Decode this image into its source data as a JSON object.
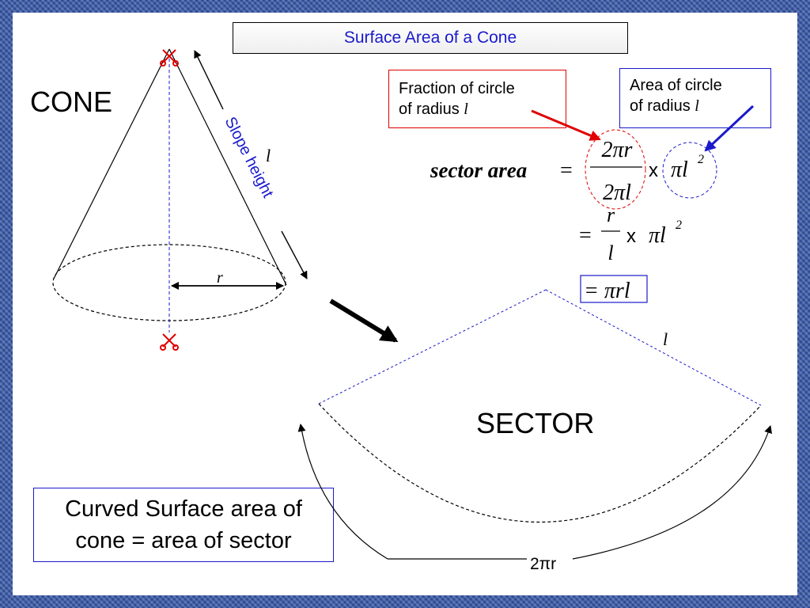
{
  "title": "Surface Area of a Cone",
  "cone_label": "CONE",
  "sector_label": "SECTOR",
  "slope_height_label": "Slope height",
  "l_symbol": "l",
  "r_symbol": "r",
  "arc_label": "2πr",
  "fraction_box": {
    "line1": "Fraction of circle",
    "line2": "of radius ",
    "symbol": "l"
  },
  "area_box": {
    "line1": "Area of circle",
    "line2": "of radius ",
    "symbol": "l"
  },
  "formula": {
    "lhs": "sector area",
    "eq": "=",
    "frac1_num": "2πr",
    "frac1_den": "2πl",
    "times": "x",
    "pi_l": "πl",
    "sq": "2",
    "frac2_num": "r",
    "frac2_den": "l",
    "result": "= πrl"
  },
  "conclusion": {
    "line1": "Curved Surface area of",
    "line2": "cone = area of sector"
  },
  "colors": {
    "title": "#1a1acc",
    "red": "#e00000",
    "blue": "#1a1acc"
  }
}
